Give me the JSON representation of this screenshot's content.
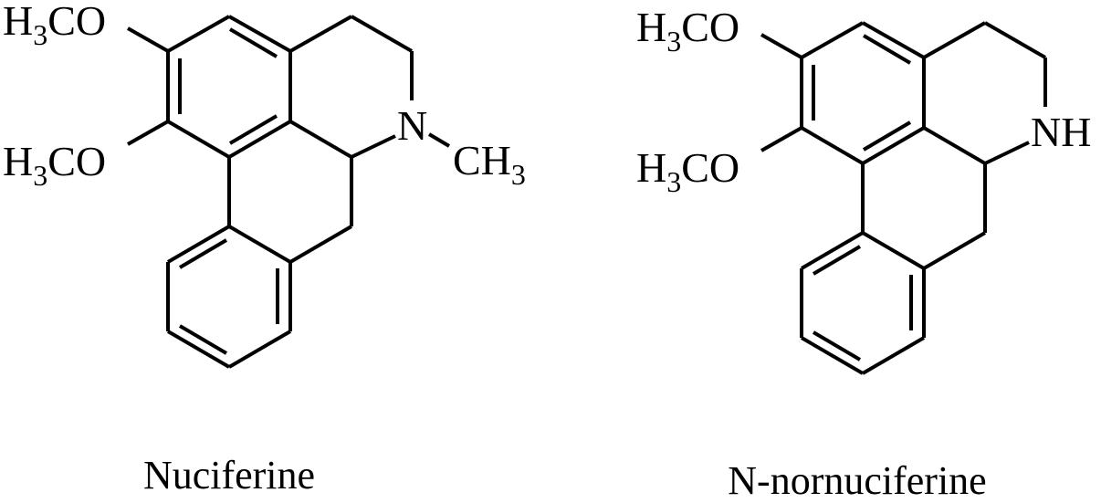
{
  "figure": {
    "background": "#ffffff",
    "stroke_color": "#000000",
    "molecules": [
      {
        "name": "Nuciferine",
        "labels": {
          "methoxy_top": {
            "main": "H",
            "sub": "3",
            "rest": "CO"
          },
          "methoxy_bottom": {
            "main": "H",
            "sub": "3",
            "rest": "CO"
          },
          "nitrogen": "N",
          "n_substituent": {
            "main": "CH",
            "sub": "3"
          }
        }
      },
      {
        "name": "N-nornuciferine",
        "labels": {
          "methoxy_top": {
            "main": "H",
            "sub": "3",
            "rest": "CO"
          },
          "methoxy_bottom": {
            "main": "H",
            "sub": "3",
            "rest": "CO"
          },
          "nitrogen": "NH"
        }
      }
    ]
  }
}
